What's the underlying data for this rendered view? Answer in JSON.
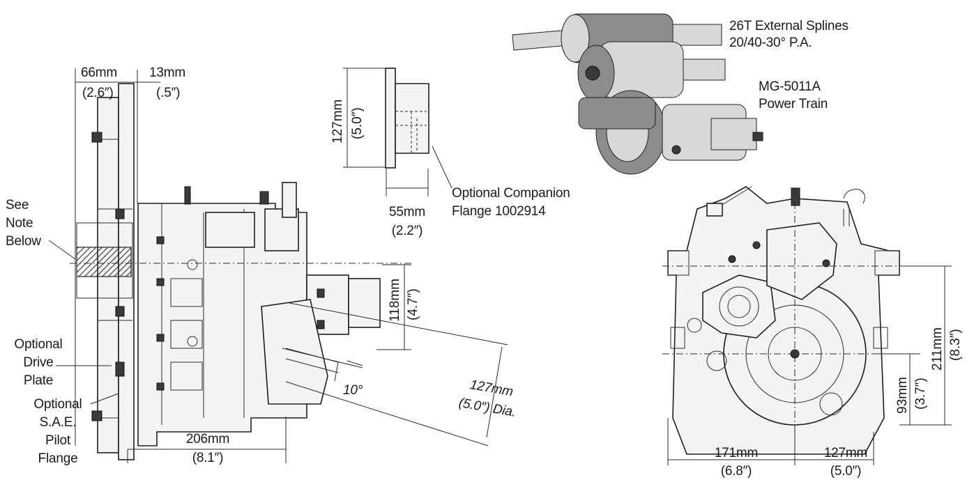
{
  "labels": {
    "dim_66": "66mm",
    "dim_66_in": "(2.6″)",
    "dim_13": "13mm",
    "dim_13_in": "(.5″)",
    "note_line1": "See",
    "note_line2": "Note",
    "note_line3": "Below",
    "drive_plate_1": "Optional",
    "drive_plate_2": "Drive",
    "drive_plate_3": "Plate",
    "pilot_1": "Optional",
    "pilot_2": "S.A.E.",
    "pilot_3": "Pilot",
    "pilot_4": "Flange",
    "dim_206": "206mm",
    "dim_206_in": "(8.1″)",
    "angle_10": "10°",
    "dim_127_dia": "127mm",
    "dim_127_dia_in": "(5.0″) Dia.",
    "dim_118": "118mm",
    "dim_118_in": "(4.7″)",
    "flange_127": "127mm",
    "flange_127_in": "(5.0″)",
    "flange_55": "55mm",
    "flange_55_in": "(2.2″)",
    "companion_1": "Optional Companion",
    "companion_2": "Flange 1002914",
    "splines_1": "26T External Splines",
    "splines_2": "20/40-30° P.A.",
    "model_1": "MG-5011A",
    "model_2": "Power Train",
    "dim_211": "211mm",
    "dim_211_in": "(8.3″)",
    "dim_93": "93mm",
    "dim_93_in": "(3.7″)",
    "dim_171": "171mm",
    "dim_171_in": "(6.8″)",
    "dim_127_r": "127mm",
    "dim_127_r_in": "(5.0″)"
  }
}
